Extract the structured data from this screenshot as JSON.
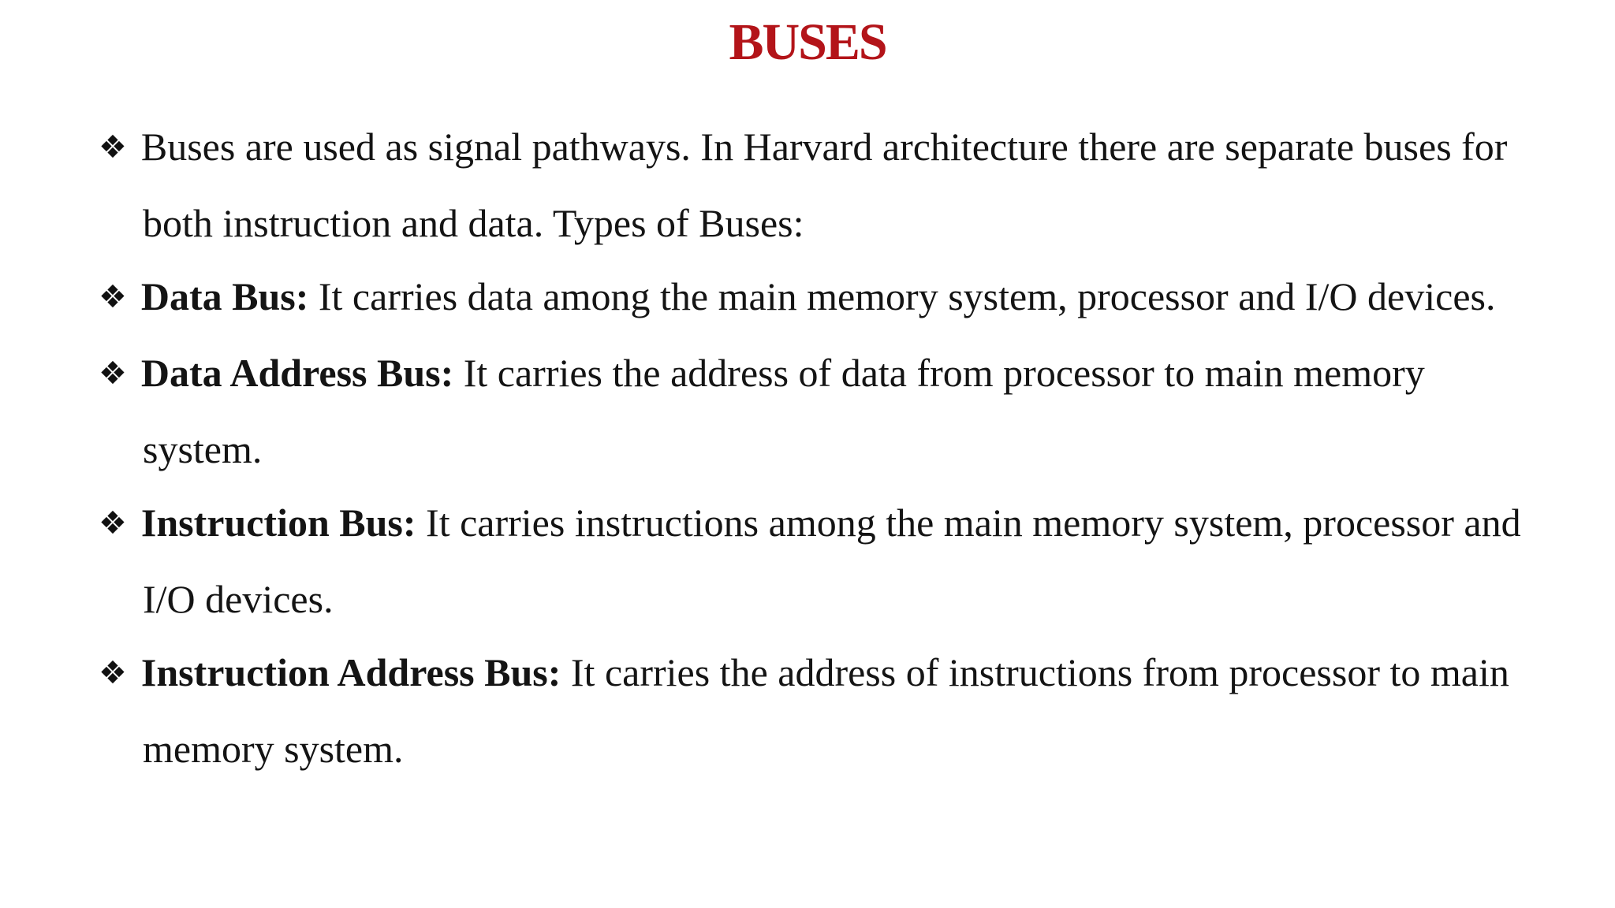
{
  "slide": {
    "title": "BUSES",
    "title_color": "#b31419",
    "body_text_color": "#141414",
    "background_color": "#ffffff",
    "bullet_char": "❖",
    "bullets": [
      {
        "label": "",
        "text": "Buses are used as signal pathways. In Harvard architecture there are separate buses for both instruction and data. Types of Buses:"
      },
      {
        "label": "Data Bus:",
        "text": " It carries data among the main memory system, processor and I/O devices."
      },
      {
        "label": "Data Address Bus:",
        "text": " It carries the address of data from processor to main memory system."
      },
      {
        "label": "Instruction Bus:",
        "text": " It carries instructions among the main memory system, processor and I/O devices."
      },
      {
        "label": "Instruction Address Bus:",
        "text": " It carries the address of instructions from processor to main memory system."
      }
    ]
  }
}
